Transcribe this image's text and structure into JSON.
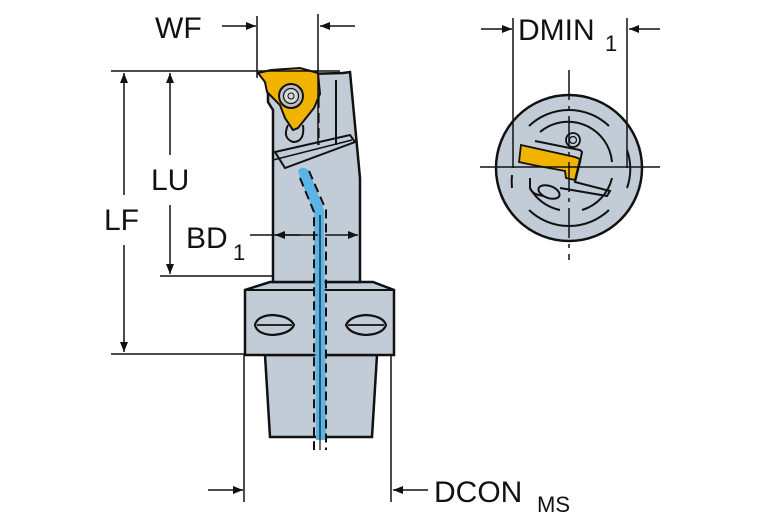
{
  "diagram": {
    "title": "Turning tool holder dimension drawing",
    "dimensions": {
      "wf": {
        "label": "WF"
      },
      "lu": {
        "label": "LU"
      },
      "lf": {
        "label": "LF"
      },
      "bd": {
        "label": "BD",
        "subscript": "1"
      },
      "dmin": {
        "label": "DMIN",
        "subscript": "1"
      },
      "dcon": {
        "label": "DCON",
        "subscript": "MS"
      }
    },
    "colors": {
      "body": "#c2ccd6",
      "insert": "#f0b400",
      "coolant": "#5ab4e6",
      "outline": "#111111"
    }
  }
}
